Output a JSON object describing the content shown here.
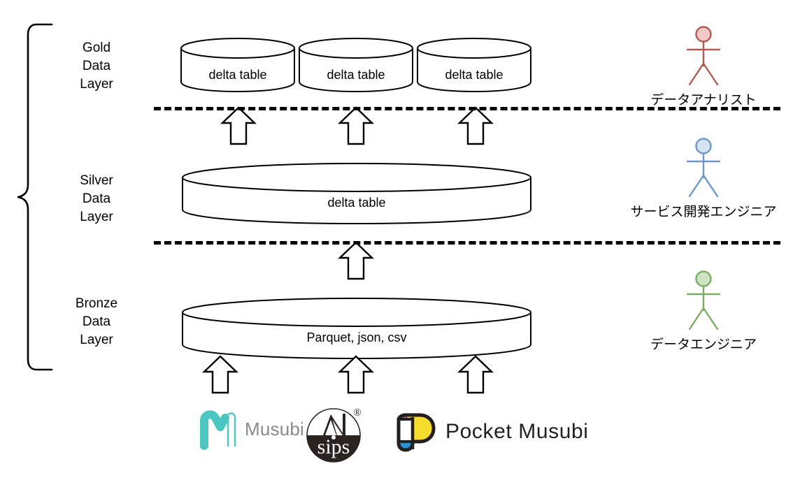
{
  "diagram": {
    "title": "Medallion architecture data layer diagram",
    "brace": {
      "name": "data-platform-brace"
    },
    "layers": [
      {
        "id": "gold",
        "label": "Gold\nData\nLayer",
        "tables": [
          {
            "label": "delta table"
          },
          {
            "label": "delta table"
          },
          {
            "label": "delta table"
          }
        ]
      },
      {
        "id": "silver",
        "label": "Silver\nData\nLayer",
        "tables": [
          {
            "label": "delta table"
          }
        ]
      },
      {
        "id": "bronze",
        "label": "Bronze\nData\nLayer",
        "tables": [
          {
            "label": "Parquet, json, csv"
          }
        ]
      }
    ],
    "actors": [
      {
        "id": "data-analyst",
        "label": "データアナリスト",
        "color": "#b05a52",
        "head_fill": "#f2c9c6"
      },
      {
        "id": "service-developer",
        "label": "サービス開発エンジニア",
        "color": "#6e96c8",
        "head_fill": "#d4e2f2"
      },
      {
        "id": "data-engineer",
        "label": "データエンジニア",
        "color": "#7aad62",
        "head_fill": "#cfe3c2"
      }
    ],
    "sources": [
      {
        "id": "musubi",
        "name": "Musubi",
        "word": "Musubi",
        "accent": "#4cc6c0",
        "word_color": "#8a8a8a"
      },
      {
        "id": "sips",
        "name": "sips",
        "word": "sips",
        "mark_color": "#2b2320",
        "registered": "®"
      },
      {
        "id": "pocket-musubi",
        "name": "Pocket Musubi",
        "word": "Pocket Musubi",
        "word_color": "#231f20",
        "swatches": {
          "top_left": "#e2574c",
          "bowl": "#f5dc2e",
          "bottom": "#2e92d1",
          "bar": "#ffffff",
          "outline": "#231f20"
        }
      }
    ],
    "arrows": {
      "gold_inflow_count": 3,
      "silver_inflow_count": 1,
      "bronze_inflow_count": 3,
      "fill": "#ffffff",
      "stroke": "#000000"
    },
    "separators": [
      {
        "id": "gold-silver-divider"
      },
      {
        "id": "silver-bronze-divider"
      }
    ]
  }
}
